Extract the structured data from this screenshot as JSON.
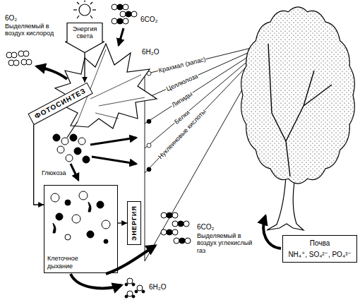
{
  "diagram": {
    "nodes": [
      {
        "text": [
          "Энергия света"
        ]
      },
      {
        "text": [
          "ФОТОСИНТЕЗ"
        ]
      },
      {
        "text": [
          "Клеточное дыхание"
        ]
      },
      {
        "text": [
          "ЭНЕРГИЯ"
        ]
      },
      {
        "text": [
          "Почва",
          "NH₄⁺, SO₄²⁻, PO₄³⁻"
        ]
      }
    ],
    "edges": [
      {
        "from": 0,
        "to": 1,
        "arrow": "to"
      },
      {
        "from": 1,
        "to": 2,
        "arrow": "to"
      },
      {
        "from": 2,
        "to": 3,
        "arrow": "to"
      }
    ],
    "labels": [
      "6O₂",
      "Выделяемый в воздух кислород",
      "6CO₂",
      "6H₂O",
      "Крахмал (запас)",
      "Целлюлоза",
      "Липиды",
      "Белки",
      "Нуклеиновые кислоты",
      "Глюкоза",
      "6CO₂",
      "Выделяемый в воздух углекислый газ",
      "6H₂O"
    ]
  }
}
